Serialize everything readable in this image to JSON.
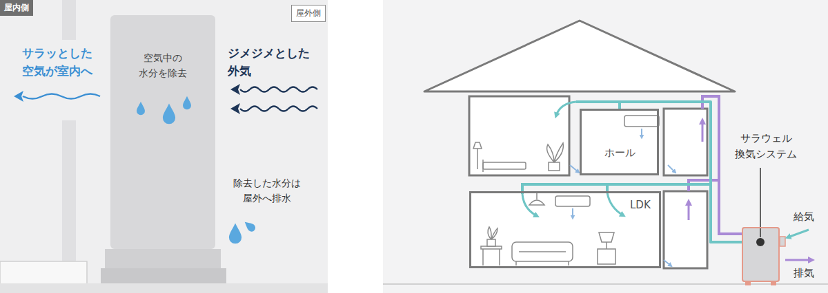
{
  "diagram": {
    "nodes": [
      {
        "text": [
          "屋内側"
        ]
      },
      {
        "text": [
          "屋外側"
        ]
      },
      {
        "text": [
          "空気中の 水分を除去"
        ]
      },
      {
        "text": [
          "ホール"
        ]
      },
      {
        "text": [
          "LDK"
        ]
      },
      {
        "text": [
          "サラウェル 換気システム"
        ]
      }
    ],
    "edges": [
      {
        "from": 5,
        "to": 3,
        "arrow": "none"
      },
      {
        "from": 5,
        "to": 4,
        "arrow": "none"
      }
    ],
    "labels": [
      "サラッとした 空気が室内へ",
      "ジメジメとした 外気",
      "除去した水分は 屋外へ排水",
      "給気",
      "排気"
    ]
  }
}
